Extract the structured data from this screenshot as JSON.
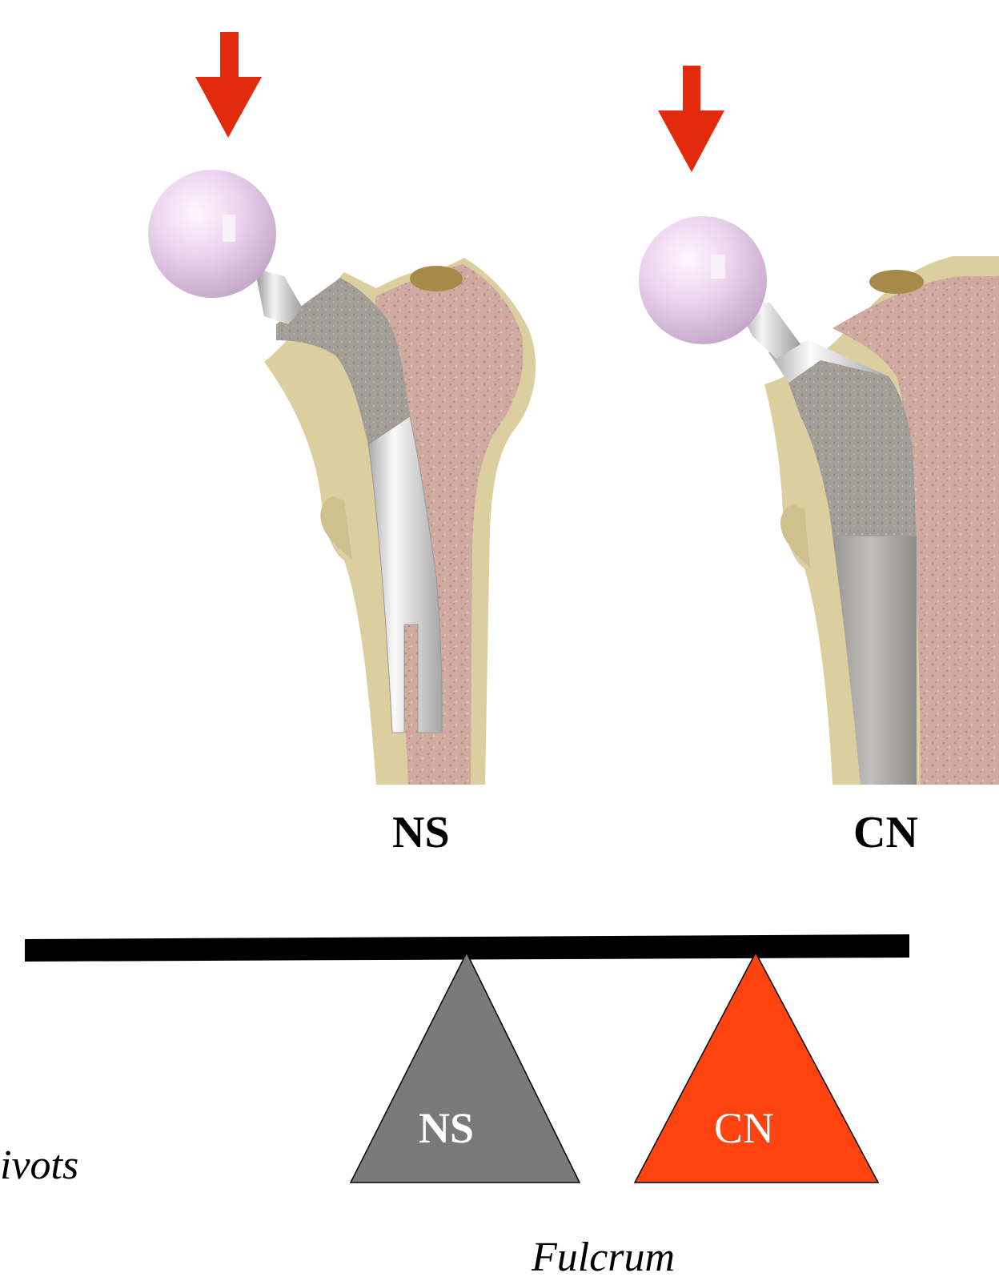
{
  "implants": [
    {
      "label": "NS"
    },
    {
      "label": "CN"
    }
  ],
  "fulcrums": [
    {
      "label": "NS",
      "color": "#7a7a7a"
    },
    {
      "label": "CN",
      "color": "#ff4412"
    }
  ],
  "text": {
    "pivots": "ivots",
    "fulcrum": "Fulcrum"
  },
  "colors": {
    "arrow": "#e32a0c",
    "ball": "#ecd2ec",
    "bone_cortex": "#dccf9f",
    "bone_marrow": "#ceaaa0",
    "stem_metal": "#d7d7d7",
    "stem_coating": "#9b9690"
  }
}
